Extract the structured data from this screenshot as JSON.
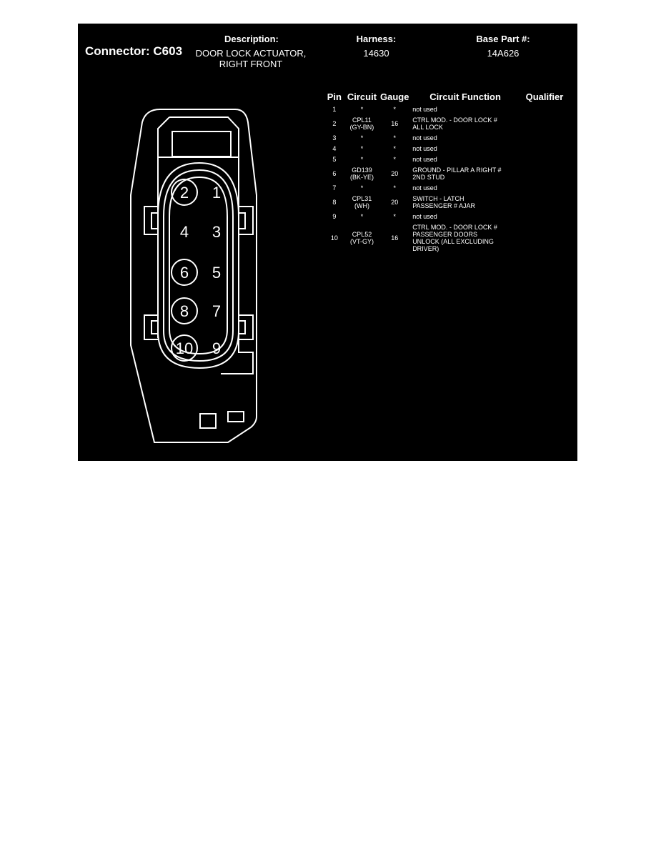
{
  "header": {
    "connector_label": "Connector: C603",
    "description_label": "Description:",
    "description_line1": "DOOR LOCK ACTUATOR,",
    "description_line2": "RIGHT FRONT",
    "harness_label": "Harness:",
    "harness_value": "14630",
    "base_part_label": "Base Part #:",
    "base_part_value": "14A626"
  },
  "table": {
    "columns": [
      "Pin",
      "Circuit",
      "Gauge",
      "Circuit Function",
      "Qualifier"
    ],
    "rows": [
      {
        "pin": "1",
        "circuit": "*",
        "circuit_color": "",
        "gauge": "*",
        "function": [
          "not used"
        ],
        "qualifier": ""
      },
      {
        "pin": "2",
        "circuit": "CPL11",
        "circuit_color": "(GY-BN)",
        "gauge": "16",
        "function": [
          "CTRL MOD. - DOOR LOCK #",
          "ALL LOCK"
        ],
        "qualifier": ""
      },
      {
        "pin": "3",
        "circuit": "*",
        "circuit_color": "",
        "gauge": "*",
        "function": [
          "not used"
        ],
        "qualifier": ""
      },
      {
        "pin": "4",
        "circuit": "*",
        "circuit_color": "",
        "gauge": "*",
        "function": [
          "not used"
        ],
        "qualifier": ""
      },
      {
        "pin": "5",
        "circuit": "*",
        "circuit_color": "",
        "gauge": "*",
        "function": [
          "not used"
        ],
        "qualifier": ""
      },
      {
        "pin": "6",
        "circuit": "GD139",
        "circuit_color": "(BK-YE)",
        "gauge": "20",
        "function": [
          "GROUND - PILLAR A RIGHT #",
          "2ND STUD"
        ],
        "qualifier": ""
      },
      {
        "pin": "7",
        "circuit": "*",
        "circuit_color": "",
        "gauge": "*",
        "function": [
          "not used"
        ],
        "qualifier": ""
      },
      {
        "pin": "8",
        "circuit": "CPL31",
        "circuit_color": "(WH)",
        "gauge": "20",
        "function": [
          "SWITCH - LATCH",
          "PASSENGER # AJAR"
        ],
        "qualifier": ""
      },
      {
        "pin": "9",
        "circuit": "*",
        "circuit_color": "",
        "gauge": "*",
        "function": [
          "not used"
        ],
        "qualifier": ""
      },
      {
        "pin": "10",
        "circuit": "CPL52",
        "circuit_color": "(VT-GY)",
        "gauge": "16",
        "function": [
          "CTRL MOD. - DOOR LOCK #",
          "PASSENGER DOORS",
          "UNLOCK (ALL EXCLUDING",
          "DRIVER)"
        ],
        "qualifier": ""
      }
    ]
  },
  "connector_diagram": {
    "pins": [
      {
        "label": "2",
        "circled": true
      },
      {
        "label": "1",
        "circled": false
      },
      {
        "label": "4",
        "circled": false
      },
      {
        "label": "3",
        "circled": false
      },
      {
        "label": "6",
        "circled": true
      },
      {
        "label": "5",
        "circled": false
      },
      {
        "label": "8",
        "circled": true
      },
      {
        "label": "7",
        "circled": false
      },
      {
        "label": "10",
        "circled": true
      },
      {
        "label": "9",
        "circled": false
      }
    ]
  },
  "colors": {
    "panel_background": "#000000",
    "line_color": "#ffffff",
    "page_background": "#ffffff"
  }
}
